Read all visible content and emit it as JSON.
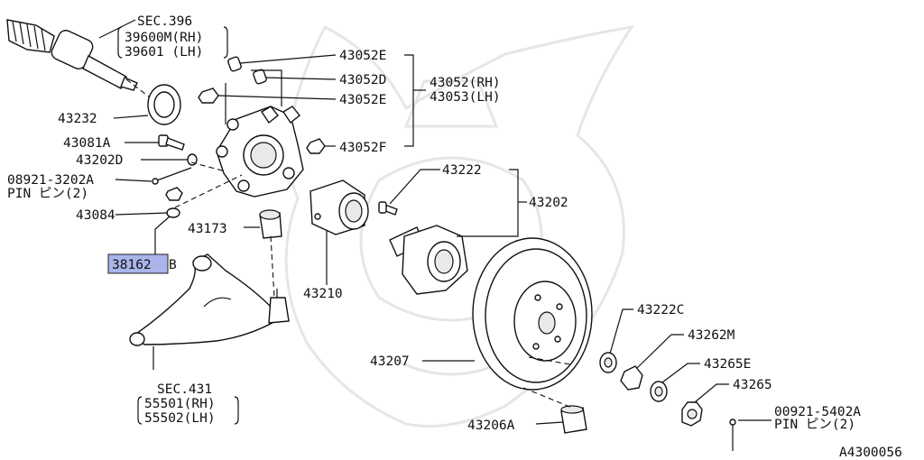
{
  "diagram": {
    "code": "A4300056",
    "highlight_color": "#a9b4ea",
    "labels": {
      "sec396": "SEC.396",
      "p39600m": "39600M(RH)",
      "p39601": "39601 (LH)",
      "p43052e_top": "43052E",
      "p43052d": "43052D",
      "p43052e_mid": "43052E",
      "p43052f": "43052F",
      "p43052rh": "43052(RH)",
      "p43053lh": "43053(LH)",
      "p43232": "43232",
      "p43081a": "43081A",
      "p43202d": "43202D",
      "p08921": "08921-3202A",
      "pin1": "PIN ピン(2)",
      "p43084": "43084",
      "p38162": "38162",
      "p38162_suffix": "B",
      "p43173": "43173",
      "p43222": "43222",
      "p43202": "43202",
      "p43210": "43210",
      "sec431": "SEC.431",
      "p55501": "55501(RH)",
      "p55502": "55502(LH)",
      "p43222c": "43222C",
      "p43262m": "43262M",
      "p43207": "43207",
      "p43265e": "43265E",
      "p43265": "43265",
      "p43206a": "43206A",
      "p00921": "00921-5402A",
      "pin2": "PIN ピン(2)"
    }
  }
}
